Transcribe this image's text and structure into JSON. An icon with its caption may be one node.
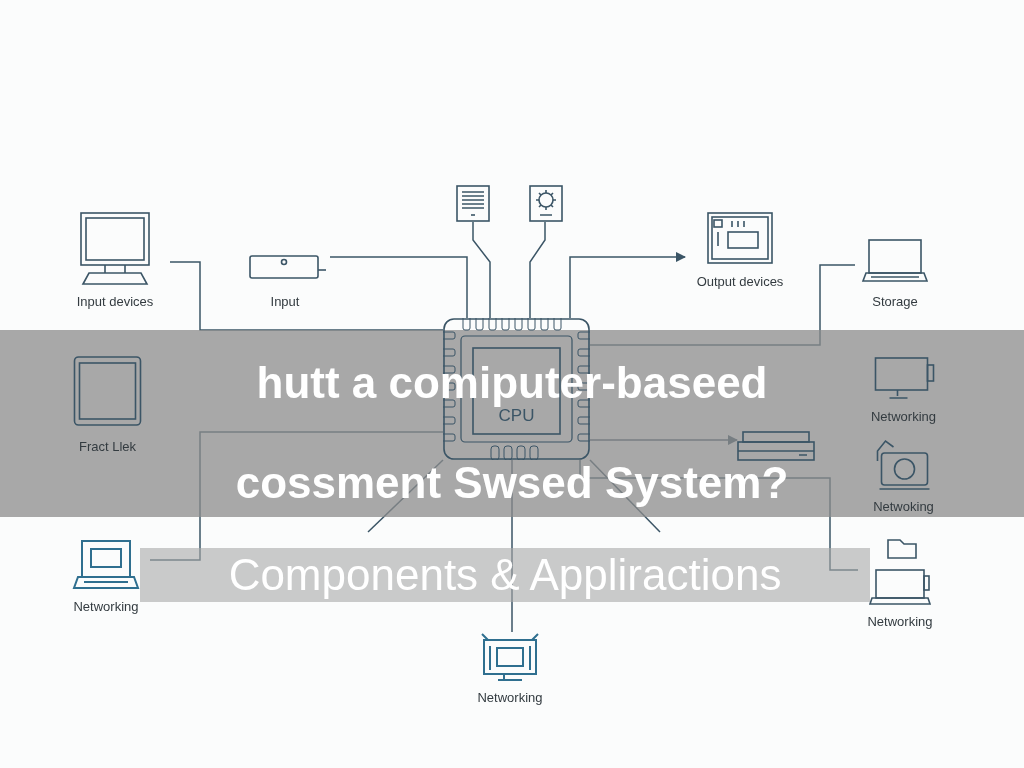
{
  "diagram": {
    "title": "hutt a comiputer-baseed cossment Swsed System?",
    "nodes": [
      {
        "text": [
          "CPU"
        ]
      },
      {
        "text": [
          "Input devices"
        ]
      },
      {
        "text": [
          "Input"
        ]
      },
      {
        "text": [],
        "shape": "picture"
      },
      {
        "text": [],
        "shape": "picture"
      },
      {
        "text": [
          "Output devices"
        ]
      },
      {
        "text": [
          "Storage"
        ]
      },
      {
        "text": [
          "Fract Llek"
        ]
      },
      {
        "text": [
          "Networking"
        ]
      },
      {
        "text": [],
        "shape": "picture"
      },
      {
        "text": [
          "Netwoking"
        ]
      },
      {
        "text": [
          "Networking"
        ]
      },
      {
        "text": [
          "Networking"
        ]
      },
      {
        "text": [
          "Networking"
        ]
      }
    ],
    "edges": [
      {
        "from": 1,
        "to": 0,
        "arrow": "none"
      },
      {
        "from": 2,
        "to": 0,
        "arrow": "none"
      },
      {
        "from": 3,
        "to": 0,
        "arrow": "none"
      },
      {
        "from": 4,
        "to": 0,
        "arrow": "none"
      },
      {
        "from": 0,
        "to": 5,
        "arrow": "to"
      },
      {
        "from": 6,
        "to": 0,
        "arrow": "none"
      },
      {
        "from": 0,
        "to": 9,
        "arrow": "to"
      },
      {
        "from": 11,
        "to": 0,
        "arrow": "none"
      },
      {
        "from": 12,
        "to": 0,
        "arrow": "none"
      },
      {
        "from": 13,
        "to": 0,
        "arrow": "none"
      },
      {
        "from": 0,
        "to": null,
        "arrow": "none"
      },
      {
        "from": 0,
        "to": null,
        "arrow": "none"
      }
    ],
    "labels": [
      "Components & Appliractions"
    ]
  }
}
